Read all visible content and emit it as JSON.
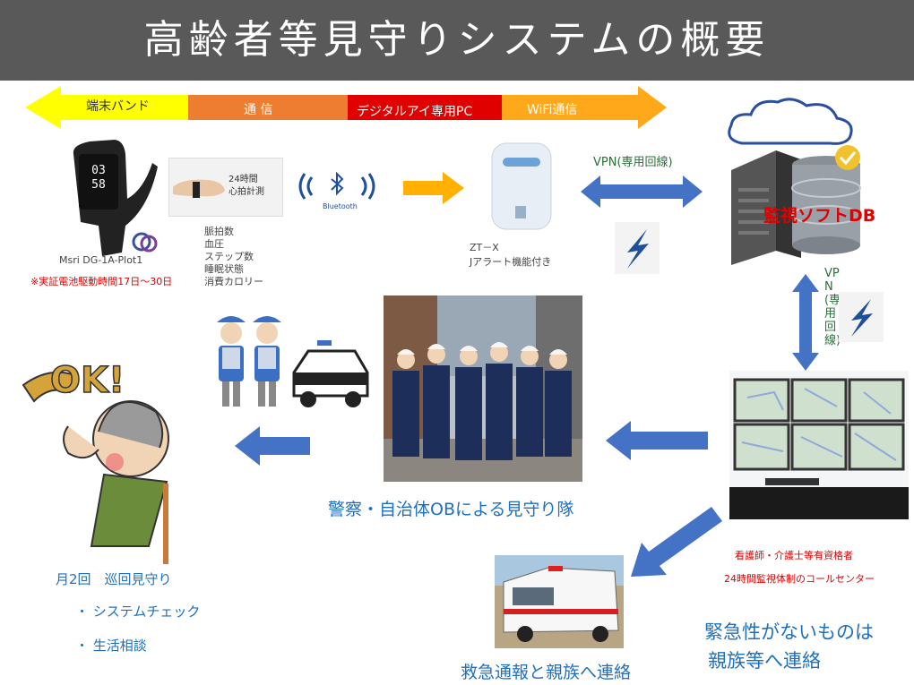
{
  "title": "高齢者等見守りシステムの概要",
  "strip": {
    "band_label": "端末バンド",
    "comm_label": "通 信",
    "pc_label": "デジタルアイ専用PC",
    "wifi_label": "WiFi通信"
  },
  "device": {
    "watch_time": "03:58",
    "watch_model": "Msri DG-1A-Plot1",
    "battery_note": "※実証電池駆動時間17日～30日",
    "wrist_title": "24時間",
    "wrist_sub": "心拍計測",
    "metrics": [
      "脈拍数",
      "血圧",
      "ステップ数",
      "睡眠状態",
      "消費カロリー"
    ],
    "bluetooth_label": "Bluetooth"
  },
  "hub": {
    "model": "ZT－X",
    "alert": "Jアラート機能付き"
  },
  "vpn": {
    "horizontal_label": "VPN(専用回線)",
    "vertical_label": "VPN(専用回線)"
  },
  "server": {
    "label": "監視ソフトDB"
  },
  "patrol": {
    "caption": "警察・自治体OBによる見守り隊"
  },
  "elder": {
    "ok_text": "OK!",
    "visit_text": "月2回　巡回見守り",
    "items": [
      "・ システムチェック",
      "・ 生活相談"
    ]
  },
  "call_center": {
    "line1": "看護師・介護士等有資格者",
    "line2": "24時間監視体制のコールセンター"
  },
  "ambulance": {
    "caption": "救急通報と親族へ連絡"
  },
  "non_urgent": {
    "line1": "緊急性がないものは",
    "line2": "親族等へ連絡"
  },
  "colors": {
    "arrow_blue": "#4472c4",
    "text_blue": "#1f6fbf",
    "alert_red": "#e00000",
    "band_yellow": "#ffff00",
    "comm_orange": "#ed7d31",
    "pc_red": "#e00000",
    "wifi_orange": "#ffa81a"
  }
}
